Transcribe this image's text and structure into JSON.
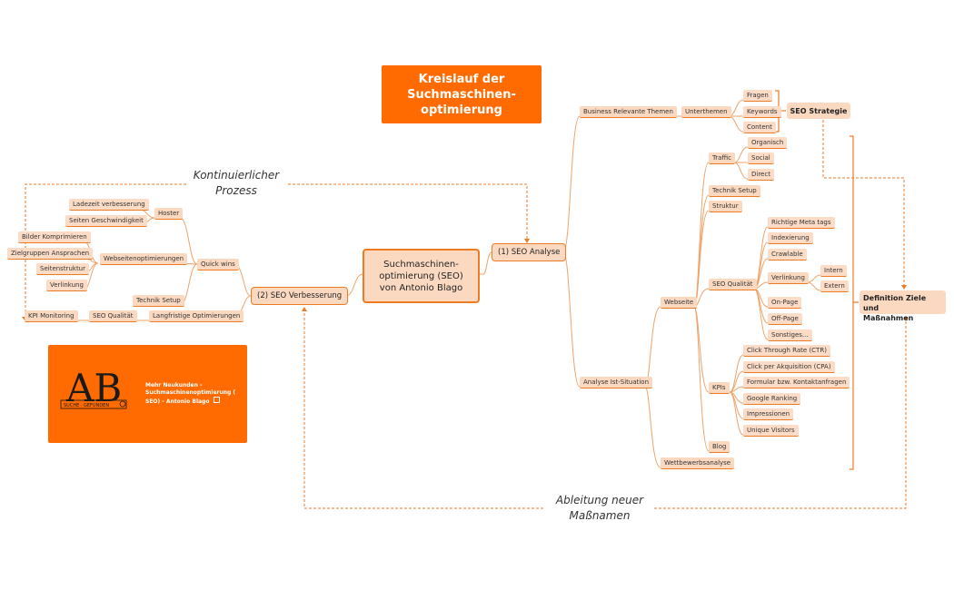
{
  "title": {
    "line1": "Kreislauf der",
    "line2": "Suchmaschinen-",
    "line3": "optimierung"
  },
  "central": {
    "line1": "Suchmaschinen-",
    "line2": "optimierung (SEO)",
    "line3": "von Antonio Blago"
  },
  "main_nodes": {
    "analyse": "(1) SEO Analyse",
    "verbesserung": "(2) SEO Verbesserung"
  },
  "loop_labels": {
    "top_line1": "Kontinuierlicher",
    "top_line2": "Prozess",
    "bottom_line1": "Ableitung neuer",
    "bottom_line2": "Maßnamen"
  },
  "strategy": "SEO Strategie",
  "definition": {
    "line1": "Definition Ziele und",
    "line2": "Maßnahmen"
  },
  "right_nodes": {
    "business": "Business Relevante Themen",
    "unterthemen": "Unterthemen",
    "fragen": "Fragen",
    "keywords": "Keywords",
    "content": "Content",
    "analyse_ist": "Analyse Ist-Situation",
    "webseite": "Webseite",
    "traffic": "Traffic",
    "organisch": "Organisch",
    "social": "Social",
    "direct": "Direct",
    "technik_setup": "Technik Setup",
    "struktur": "Struktur",
    "seo_qualitaet": "SEO Qualität",
    "meta_tags": "Richtige Meta tags",
    "indexierung": "Indexierung",
    "crawlable": "Crawlable",
    "verlinkung": "Verlinkung",
    "intern": "Intern",
    "extern": "Extern",
    "onpage": "On-Page",
    "offpage": "Off-Page",
    "sonstiges": "Sonstiges...",
    "kpis": "KPIs",
    "ctr": "Click Through Rate (CTR)",
    "cpa": "Click per Akquisition (CPA)",
    "formular": "Formular bzw. Kontaktanfragen",
    "ranking": "Google Ranking",
    "impressionen": "Impressionen",
    "unique": "Unique Visitors",
    "blog": "Blog",
    "wettbewerb": "Wettbewerbsanalyse"
  },
  "left_nodes": {
    "quick_wins": "Quick wins",
    "hoster": "Hoster",
    "ladezeit": "Ladezeit verbesserung",
    "geschwindigkeit": "Seiten Geschwindigkeit",
    "webseitenopt": "Webseitenoptimierungen",
    "bilder": "Bilder Komprimieren",
    "zielgruppen": "Zielgruppen Ansprachen",
    "seitenstruktur": "Seitenstruktur",
    "verlinkung": "Verlinkung",
    "technik_setup": "Technik Setup",
    "langfristige": "Langfristige Optimierungen",
    "seo_qualitaet": "SEO Qualität",
    "kpi_monitoring": "KPI Monitoring"
  },
  "card": {
    "text": "Mehr Neukunden - Suchmaschinenoptimierung ( SEO) - Antonio Blago",
    "logo_letters": "AB",
    "logo_sub": "SUCHE · GEFUNDEN"
  },
  "colors": {
    "accent": "#ff6b00",
    "node_fill": "#fbd9c1",
    "line": "#ef7a24"
  }
}
